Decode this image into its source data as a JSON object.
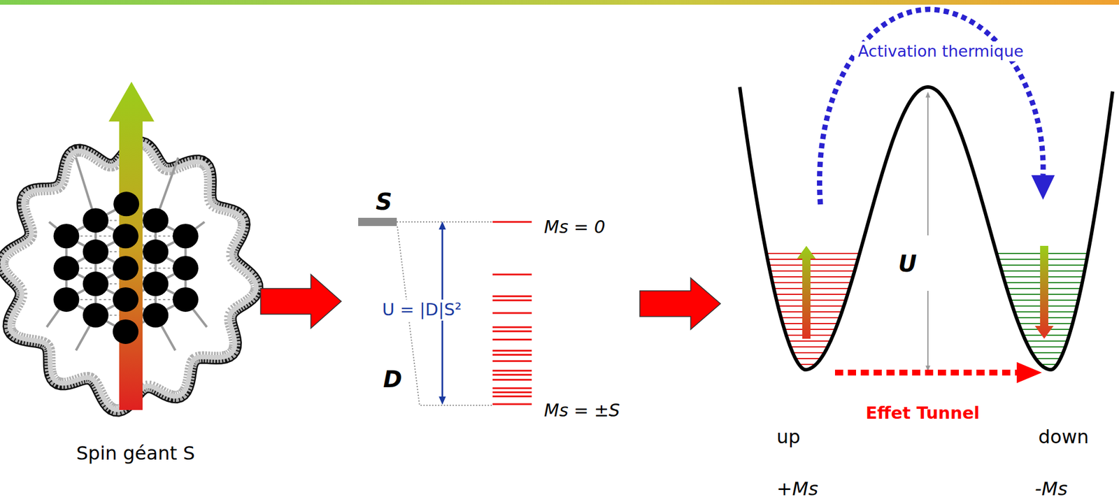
{
  "diagram": {
    "labels": [
      "Activation thermique",
      "S",
      "Ms = 0",
      "U = |D|S²",
      "D",
      "Ms = ±S",
      "U",
      "Spin géant S",
      "Effet Tunnel",
      "up",
      "down",
      "+Ms",
      "-Ms"
    ]
  }
}
